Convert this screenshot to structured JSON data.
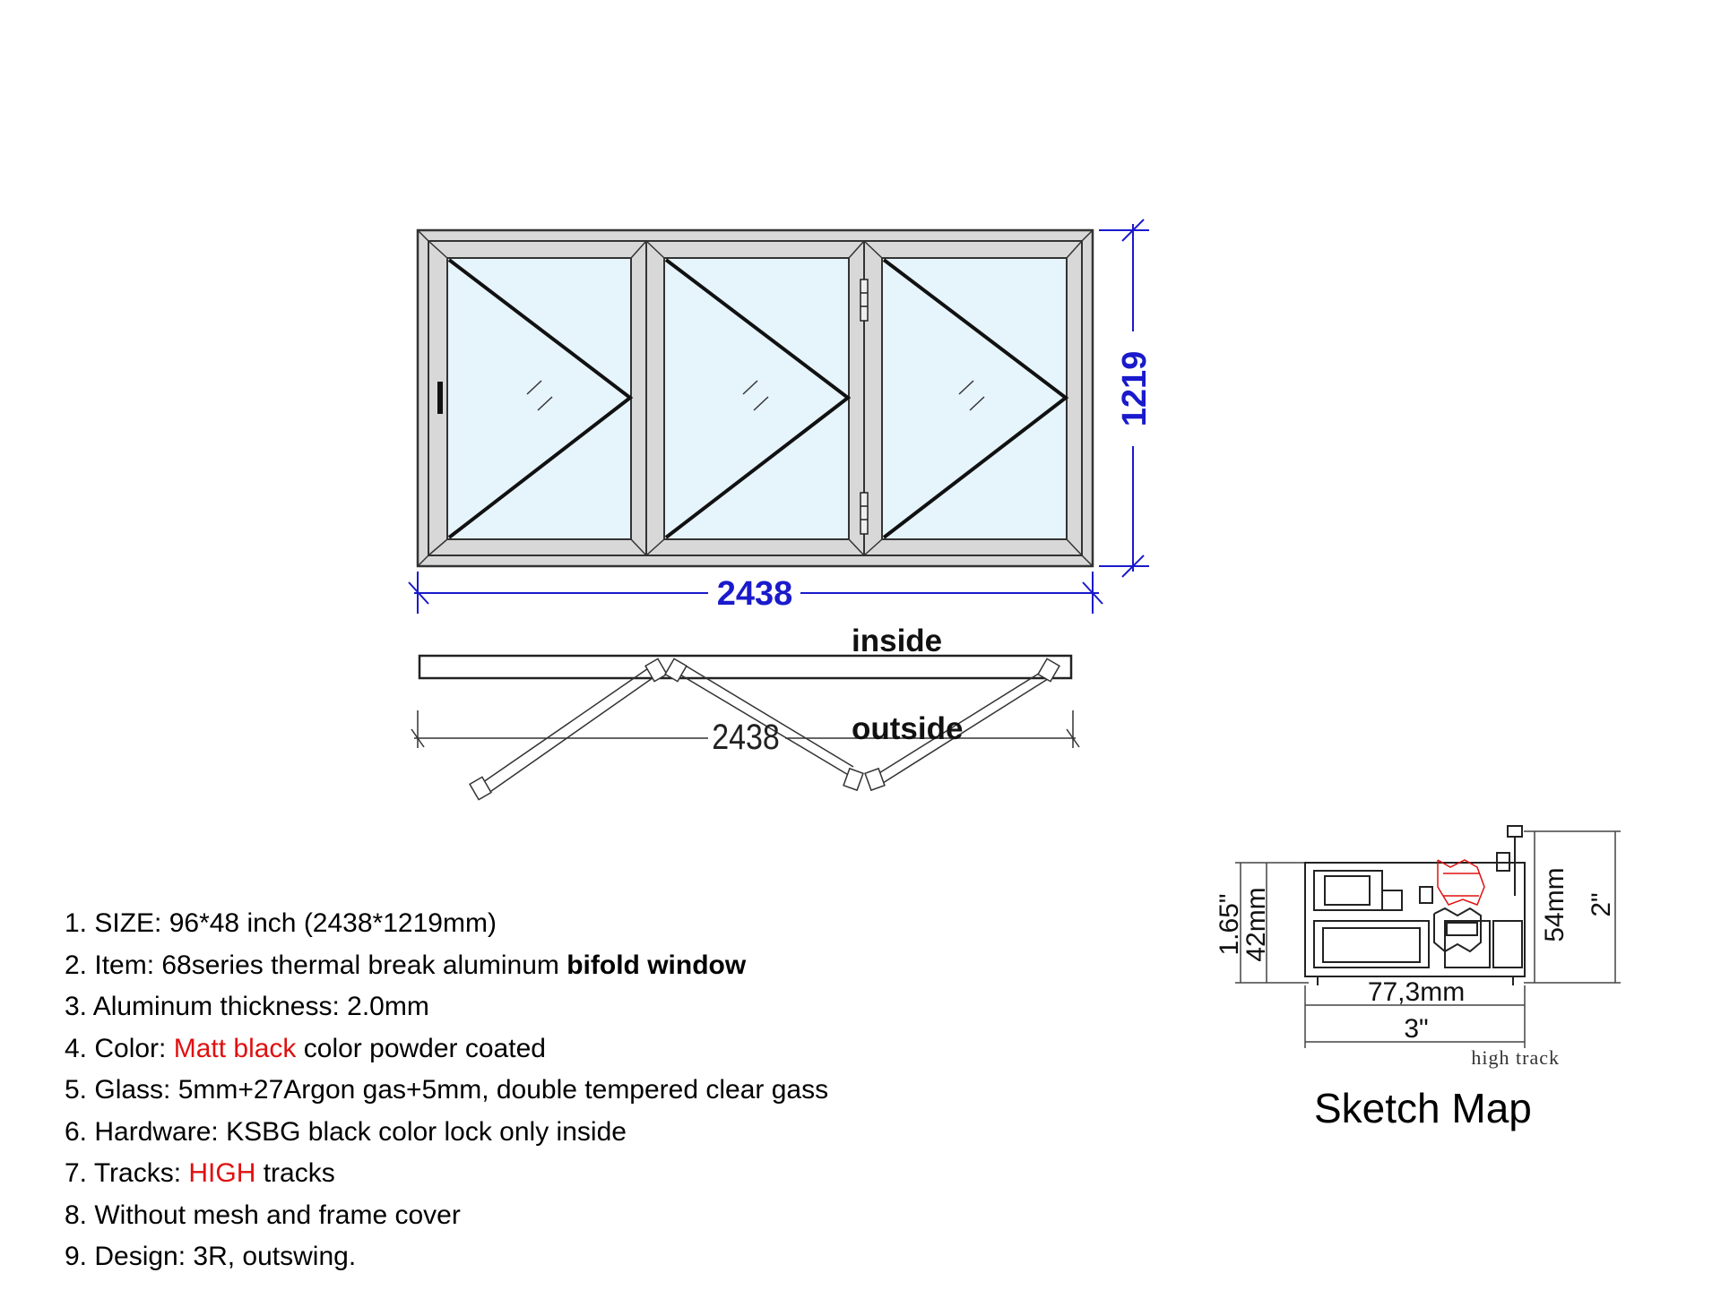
{
  "colors": {
    "dimension_blue": "#1a1acc",
    "frame_gray": "#d8d8d8",
    "glass": "#e6f4fc",
    "accent_red": "#e01010"
  },
  "elevation": {
    "width_label": "2438",
    "height_label": "1219"
  },
  "plan": {
    "inside_label": "inside",
    "outside_label": "outside",
    "width_label": "2438"
  },
  "specs": {
    "line1": "1. SIZE: 96*48 inch (2438*1219mm)",
    "line2_prefix": "2. Item: 68series thermal break aluminum ",
    "line2_bold": "bifold window",
    "line3": "3. Aluminum thickness: 2.0mm",
    "line4_prefix": "4. Color: ",
    "line4_red": "Matt black",
    "line4_suffix": " color powder coated",
    "line5": "5. Glass: 5mm+27Argon gas+5mm, double tempered clear gass",
    "line6": "6. Hardware: KSBG black color lock only inside",
    "line7_prefix": "7. Tracks: ",
    "line7_red": "HIGH",
    "line7_suffix": " tracks",
    "line8": "8. Without mesh and frame cover",
    "line9": "9. Design: 3R, outswing."
  },
  "profile": {
    "left_inch": "1.65\"",
    "left_mm": "42mm",
    "right_mm": "54mm",
    "right_inch": "2\"",
    "width_mm": "77,3mm",
    "width_inch": "3\"",
    "track_label": "high track",
    "title": "Sketch Map"
  }
}
